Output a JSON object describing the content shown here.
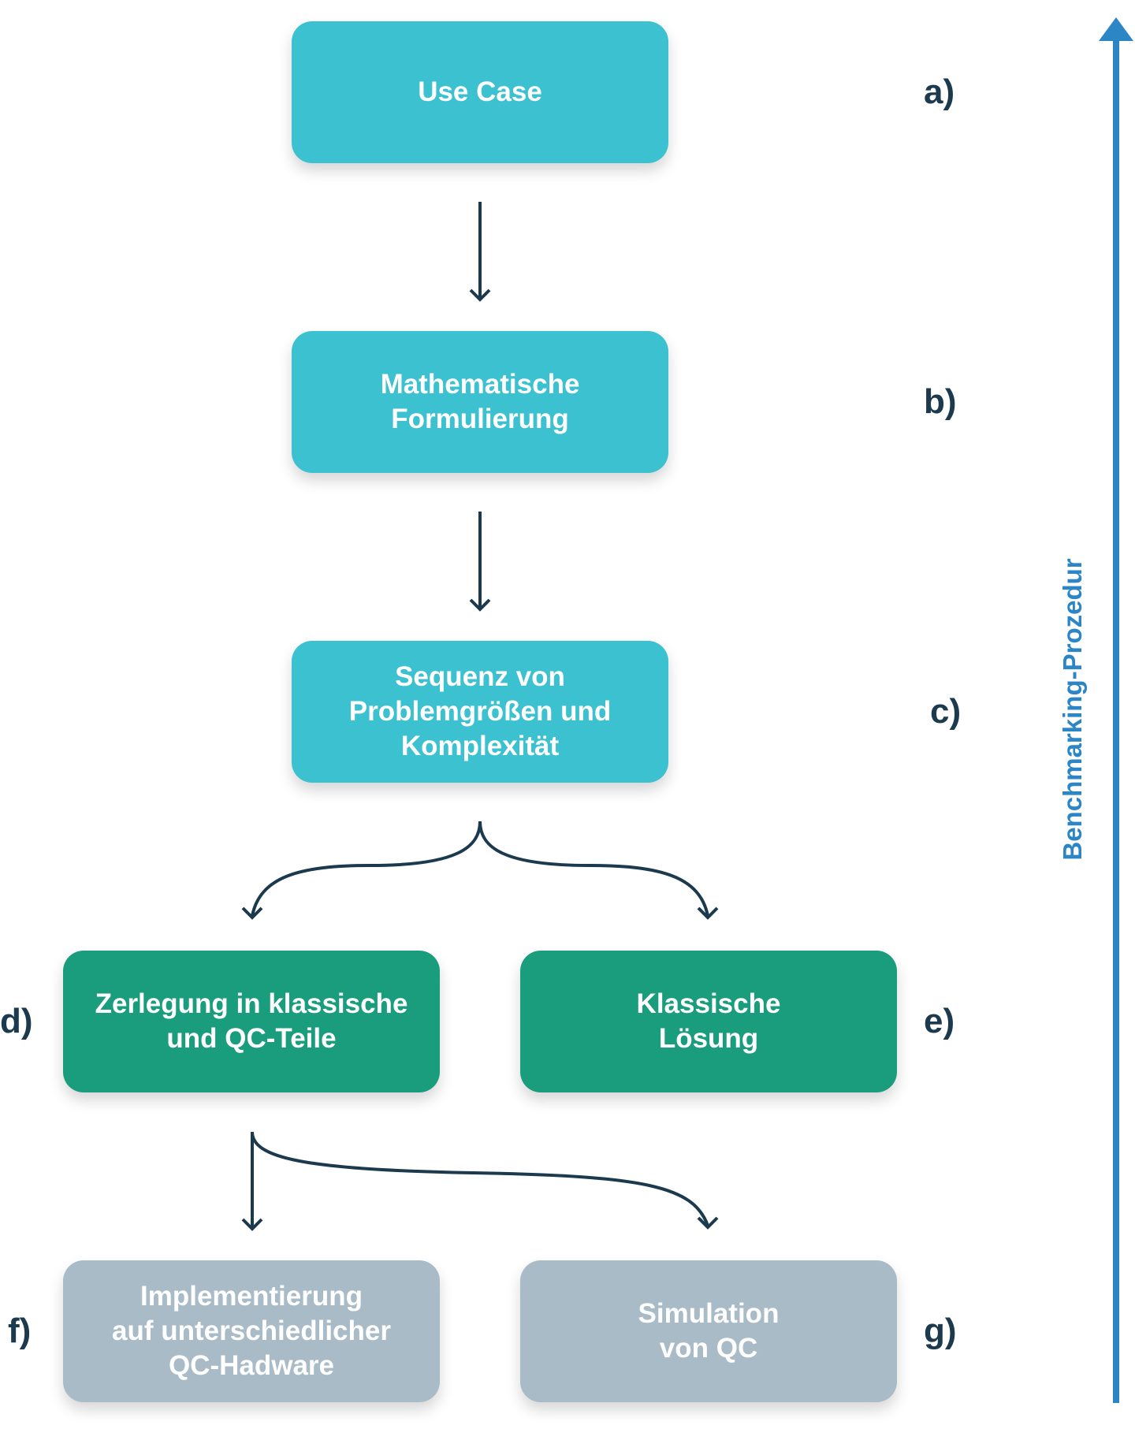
{
  "nodes": {
    "a": {
      "text": "Use Case",
      "marker": "a)"
    },
    "b": {
      "text": "Mathematische\nFormulierung",
      "marker": "b)"
    },
    "c": {
      "text": "Sequenz von\nProblemgrößen und\nKomplexität",
      "marker": "c)"
    },
    "d": {
      "text": "Zerlegung in klassische\nund QC-Teile",
      "marker": "d)"
    },
    "e": {
      "text": "Klassische\nLösung",
      "marker": "e)"
    },
    "f": {
      "text": "Implementierung\nauf unterschiedlicher\nQC-Hadware",
      "marker": "f)"
    },
    "g": {
      "text": "Simulation\nvon QC",
      "marker": "g)"
    }
  },
  "axis": {
    "label": "Benchmarking-Prozedur"
  },
  "colors": {
    "teal": "#3bc1cf",
    "green": "#199d7d",
    "grey": "#a8bbc7",
    "connector": "#1c3a4e",
    "axis": "#2c85c5"
  }
}
